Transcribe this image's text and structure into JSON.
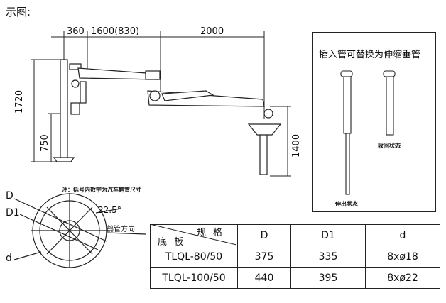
{
  "caption": "示图:",
  "dims": {
    "d360": "360",
    "d1600": "1600(830)",
    "d2000": "2000",
    "d1720": "1720",
    "d750": "750",
    "d1400": "1400",
    "angle": "22.5°"
  },
  "note": "注：括号内数字为汽车鹤管尺寸",
  "inset": {
    "title": "插入管可替换为伸缩垂管",
    "retracted_label": "收回状态",
    "extended_label": "伸出状态"
  },
  "flange": {
    "label_D": "D",
    "label_D1": "D1",
    "label_d": "d",
    "direction_label": "鹤管方向"
  },
  "table": {
    "header_spec": "规 格",
    "header_base": "底 板",
    "columns": [
      "D",
      "D1",
      "d"
    ],
    "rows": [
      {
        "model": "TLQL-80/50",
        "D": "375",
        "D1": "335",
        "d": "8xø18"
      },
      {
        "model": "TLQL-100/50",
        "D": "440",
        "D1": "395",
        "d": "8xø22"
      }
    ]
  }
}
